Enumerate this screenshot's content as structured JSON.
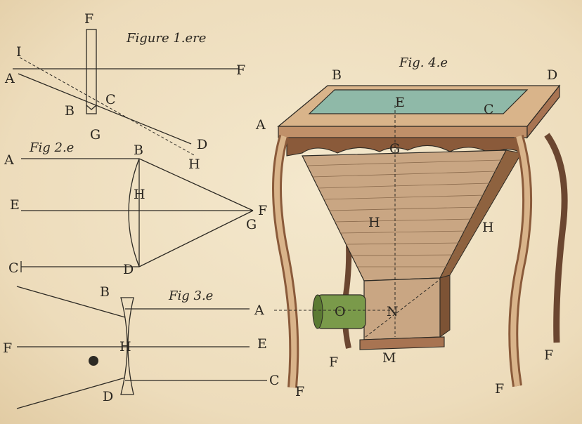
{
  "captions": {
    "fig1": "Figure 1.ere",
    "fig2": "Fig 2.e",
    "fig3": "Fig 3.e",
    "fig4": "Fig. 4.e"
  },
  "fig1_labels": {
    "F_top": "F",
    "I": "I",
    "A": "A",
    "F_right": "F",
    "B": "B",
    "C": "C",
    "G": "G",
    "H": "H",
    "D": "D"
  },
  "fig2_labels": {
    "A": "A",
    "B": "B",
    "E": "E",
    "H": "H",
    "F": "F",
    "G": "G",
    "C": "C",
    "D": "D"
  },
  "fig3_labels": {
    "B": "B",
    "A": "A",
    "F": "F",
    "H": "H",
    "E": "E",
    "D": "D",
    "C": "C"
  },
  "fig4_labels": {
    "B": "B",
    "D": "D",
    "E": "E",
    "C": "C",
    "A": "A",
    "G": "G",
    "H_center": "H",
    "H_right": "H",
    "O": "O",
    "N": "N",
    "M": "M",
    "F_left_outer": "F",
    "F_left_inner": "F",
    "F_right_inner": "F",
    "F_right_outer": "F"
  },
  "colors": {
    "paper": "#efe1c4",
    "ink": "#2d2a24",
    "glass": "#8fb9a8",
    "wood": "#d9b48a",
    "wood_dark": "#8a5a3a",
    "lens_tube": "#7a9a4a"
  }
}
